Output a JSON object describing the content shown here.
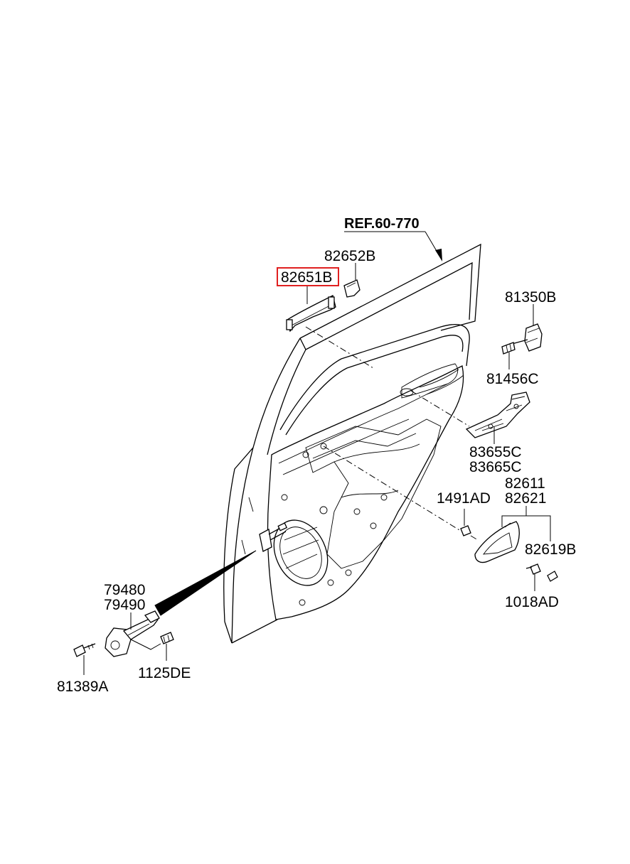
{
  "diagram": {
    "reference": "REF.60-770",
    "highlighted_part": "82651B",
    "highlight_color": "#e02020",
    "parts": {
      "p82652B": "82652B",
      "p82651B": "82651B",
      "p81350B": "81350B",
      "p81456C": "81456C",
      "p83655C": "83655C",
      "p83665C": "83665C",
      "p1491AD": "1491AD",
      "p82611": "82611",
      "p82621": "82621",
      "p82619B": "82619B",
      "p1018AD": "1018AD",
      "p79480": "79480",
      "p79490": "79490",
      "p81389A": "81389A",
      "p1125DE": "1125DE"
    }
  }
}
